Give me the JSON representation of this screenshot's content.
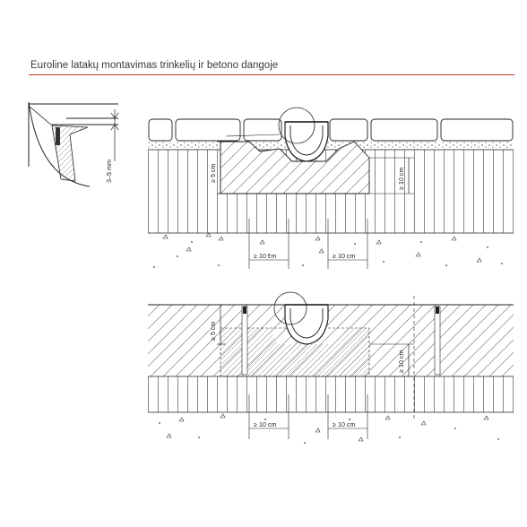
{
  "title": "Euroline latakų montavimas trinkelių ir betono dangoje",
  "colors": {
    "rule": "#c0392b",
    "line": "#222222",
    "fill_concrete": "#e6e6e6"
  },
  "detail": {
    "gap_label": "3–5 mm"
  },
  "paver_section": {
    "concrete_depth_label": "≥ 5 cm",
    "side_depth_label": "≥ 10 cm",
    "bottom_left_label": "≥ 10 cm",
    "bottom_right_label": "≥ 10 cm"
  },
  "concrete_section": {
    "concrete_depth_label": "≥ 5 cm",
    "side_depth_label": "≥ 10 cm",
    "bottom_left_label": "≥ 10 cm",
    "bottom_right_label": "≥ 10 cm"
  }
}
